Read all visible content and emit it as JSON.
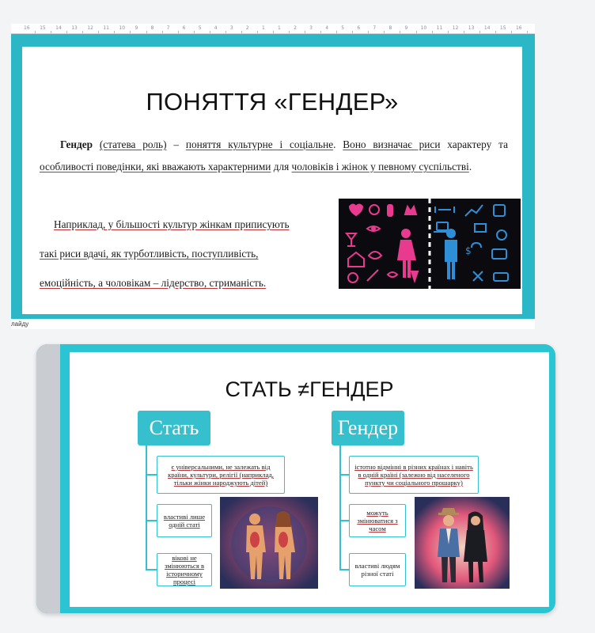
{
  "ruler": {
    "ticks": [
      "16",
      "15",
      "14",
      "13",
      "12",
      "11",
      "10",
      "9",
      "8",
      "7",
      "6",
      "5",
      "4",
      "3",
      "2",
      "1",
      "1",
      "2",
      "3",
      "4",
      "5",
      "6",
      "7",
      "8",
      "9",
      "10",
      "11",
      "12",
      "13",
      "14",
      "15",
      "16"
    ]
  },
  "slide1": {
    "title": "ПОНЯТТЯ «ГЕНДЕР»",
    "para_bold": "Гендер",
    "para_1": "(статева роль)",
    "para_2": " – ",
    "para_3": "поняття культурне і соціальне",
    "para_4": ". ",
    "para_5": "Воно визначає риси",
    "para_6": " характеру та ",
    "para_7": "особливості поведінки, які вважають характерними",
    "para_8": " для ",
    "para_9": "чоловіків і жінок у певному суспільстві",
    "para_10": ".",
    "example_1": "Наприклад, у більшості культур жінкам приписують",
    "example_2": "такі риси вдачі, як турботливість, поступливість,",
    "example_3": "емоційність, а чоловікам – лідерство, стриманість.",
    "image_icon": "gender-icons-image"
  },
  "slide_label": "лайду",
  "slide2": {
    "title": "СТАТЬ ≠ГЕНДЕР",
    "sex": {
      "header": "Стать",
      "box1": "є універсальними, не залежать від країни, культури, релігії (наприклад, тільки жінки народжують дітей)",
      "box2": "властиві лише одній статі",
      "box3": "вікові не змінюються в історичному процесі"
    },
    "gender": {
      "header": "Гендер",
      "box1": "істотно відмінні в різних країнах і навіть в одній країні (залежно від населеного пункту чи соціального прошарку)",
      "box2": "можуть змінюватися з часом",
      "box3": "властиві людям різної статі"
    }
  },
  "colors": {
    "accent": "#2bb7c6",
    "pink": "#e83a8f",
    "blue": "#2f8fd6"
  }
}
